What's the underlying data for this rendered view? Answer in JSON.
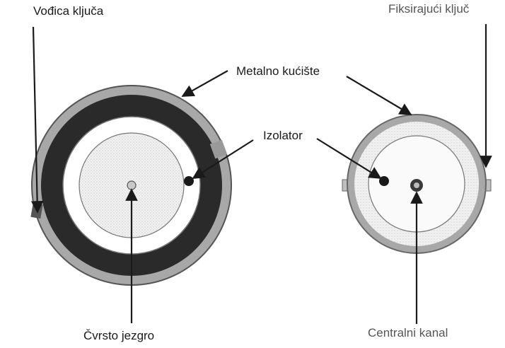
{
  "labels": {
    "key_guide": "Vođica ključa",
    "locking_key": "Fiksirajući ključ",
    "metal_housing": "Metalno kućište",
    "insulator": "Izolator",
    "solid_core": "Čvrsto jezgro",
    "central_channel": "Centralni kanal"
  }
}
